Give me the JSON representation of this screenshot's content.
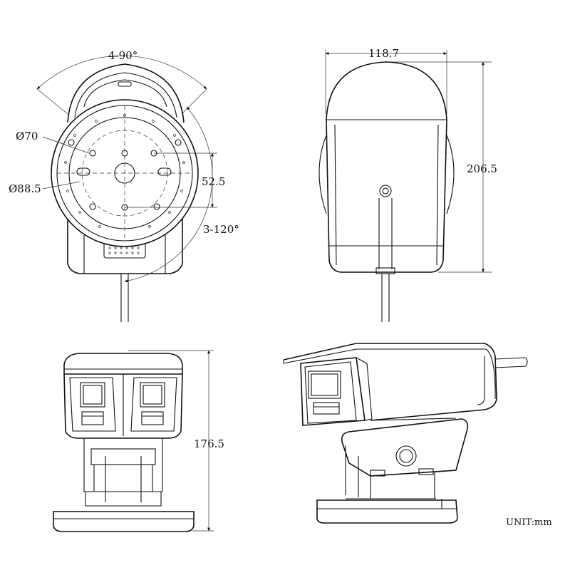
{
  "views": {
    "front": {
      "angle_top": "4-90°",
      "diameter_inner": "Ø70",
      "diameter_outer": "Ø88.5",
      "hole_spacing": "52.5",
      "angle_side": "3-120°"
    },
    "side": {
      "width": "118.7",
      "height": "206.5"
    },
    "bottom": {
      "height": "176.5"
    }
  },
  "unit_label": "UNIT:mm",
  "colors": {
    "line": "#111111",
    "background": "#ffffff"
  }
}
